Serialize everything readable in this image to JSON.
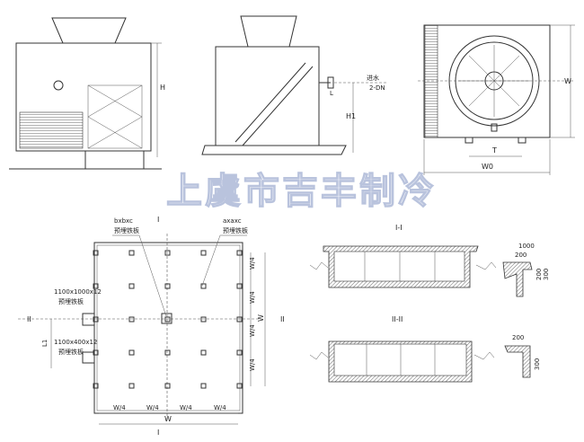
{
  "watermark": "上虞市吉丰制冷",
  "front_view": {
    "height_label": "H"
  },
  "side_view": {
    "inlet_label": "进水",
    "inlet_spec": "2-DN",
    "height_label": "H1",
    "length_label": "L"
  },
  "top_view": {
    "width_label": "W",
    "t_label": "T",
    "w0_label": "W0"
  },
  "plan": {
    "section_mark_1": "I",
    "section_mark_1b": "I",
    "section_mark_2": "II",
    "section_mark_2b": "II",
    "plate_center_size": "bxbxc",
    "plate_center_name": "预埋铁板",
    "plate_column_size": "axaxc",
    "plate_column_name": "预埋铁板",
    "plate_large_size": "1100x1000x12",
    "plate_large_name": "预埋铁板",
    "plate_small_size": "1100x400x12",
    "plate_small_name": "预埋铁板",
    "l1_label": "L1",
    "quarter_label": "W/4",
    "width_label": "W"
  },
  "sections": {
    "section_1_title": "I-I",
    "section_2_title": "II-II",
    "detail_1": {
      "dim_a": "1000",
      "dim_b": "200",
      "dim_c": "200",
      "dim_d": "300"
    },
    "detail_2": {
      "dim_a": "200",
      "dim_b": "300"
    }
  }
}
